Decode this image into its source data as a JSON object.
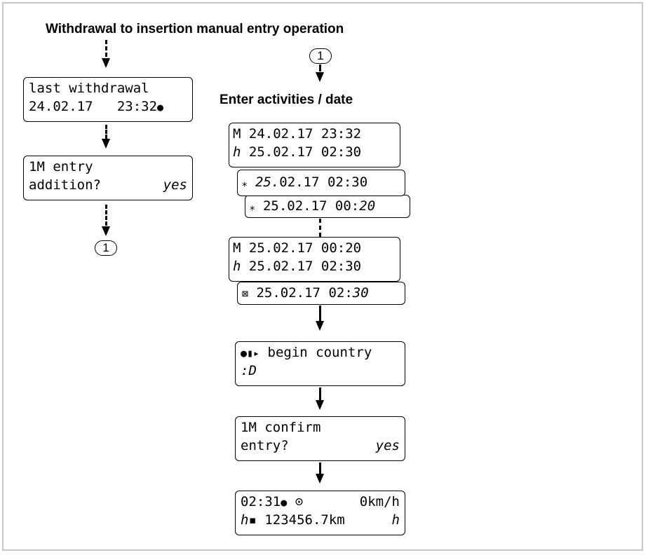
{
  "headings": {
    "main": "Withdrawal to insertion manual entry operation",
    "activities": "Enter activities / date"
  },
  "marker": "1",
  "left_displays": [
    {
      "line1": "last withdrawal",
      "line2_date": "24.02.17",
      "line2_time": "23:32",
      "line2_icon": "●"
    },
    {
      "line1": "1M entry",
      "line2": "addition?",
      "line2_right": "yes"
    }
  ],
  "right_displays": {
    "group1": [
      {
        "icon": "M",
        "date": "24.02.17",
        "time": "23:32"
      },
      {
        "icon": "ℎ",
        "date": "25.02.17",
        "time": "02:30"
      },
      {
        "icon": "⁎",
        "date_italic": "25.",
        "date_rest": "02.17",
        "time": "02:30"
      },
      {
        "icon": "⁎",
        "date": "25.02.17",
        "time_normal": "00:",
        "time_italic": "20"
      }
    ],
    "group2": [
      {
        "icon": "M",
        "date": "25.02.17",
        "time": "00:20"
      },
      {
        "icon": "ℎ",
        "date": "25.02.17",
        "time": "02:30"
      },
      {
        "icon": "⊠",
        "date": "25.02.17",
        "time_normal": "02:",
        "time_italic": "30"
      }
    ],
    "country": {
      "icon": "●▮▸",
      "line1": "begin country",
      "line2": ":D"
    },
    "confirm": {
      "line1": "1M confirm",
      "line2": "entry?",
      "line2_right": "yes"
    },
    "standard": {
      "time": "02:31",
      "dot": "●",
      "clock_icon": "⊙",
      "speed": "0km/h",
      "card_icon": "ℎ▪",
      "odometer": "123456.7km",
      "activity_icon": "ℎ"
    }
  }
}
